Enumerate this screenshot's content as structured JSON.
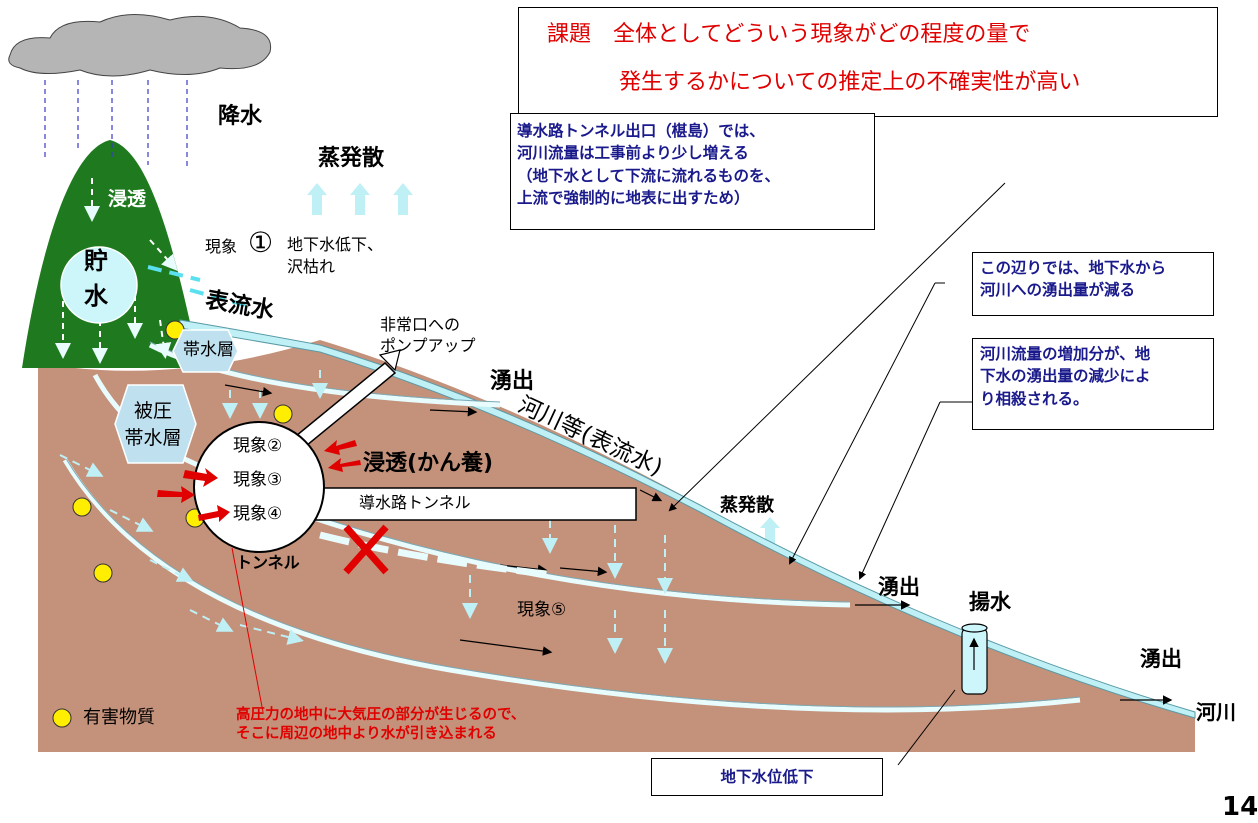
{
  "issue_box": {
    "line1": "課題　全体としてどういう現象がどの程度の量で",
    "line2": "発生するかについての推定上の不確実性が高い"
  },
  "callouts": {
    "tunnel_exit": [
      "導水路トンネル出口（椹島）では、",
      "河川流量は工事前より少し増える",
      "（地下水として下流に流れるものを、",
      "上流で強制的に地表に出すため）"
    ],
    "area_decrease": [
      "この辺りでは、地下水から",
      "河川への湧出量が減る"
    ],
    "offset": [
      "河川流量の増加分が、地",
      "下水の湧出量の減少によ",
      "り相殺される。"
    ],
    "gw_drop": "地下水位低下"
  },
  "labels": {
    "precipitation": "降水",
    "evapotranspiration_top": "蒸発散",
    "infiltration_mtn": "浸透",
    "storage": "貯\n水",
    "phenomenon1": "現象",
    "phenomenon1_num": "①",
    "phenomenon1_desc": "地下水低下、\n沢枯れ",
    "surface_water": "表流水",
    "aquifer": "帯水層",
    "confined_aquifer": "被圧\n帯水層",
    "emergency_pump": "非常口への\nポンプアップ",
    "spring1": "湧出",
    "river_etc": "河川等(表流水)",
    "infiltration_recharge": "浸透(かん養)",
    "phen2": "現象②",
    "phen3": "現象③",
    "phen4": "現象④",
    "tunnel": "トンネル",
    "headrace_tunnel": "導水路トンネル",
    "evapotranspiration_mid": "蒸発散",
    "spring2": "湧出",
    "pumping": "揚水",
    "phen5": "現象⑤",
    "spring3": "湧出",
    "river": "河川",
    "legend_harmful": "有害物質",
    "red_note": [
      "高圧力の地中に大気圧の部分が生じるので、",
      "そこに周辺の地中より水が引き込まれる"
    ],
    "page_number": "14"
  },
  "colors": {
    "soil": "#c4917a",
    "mountain": "#1f7a1f",
    "water": "#bff0f5",
    "red": "#e00000",
    "navy": "#1a1a8c"
  }
}
